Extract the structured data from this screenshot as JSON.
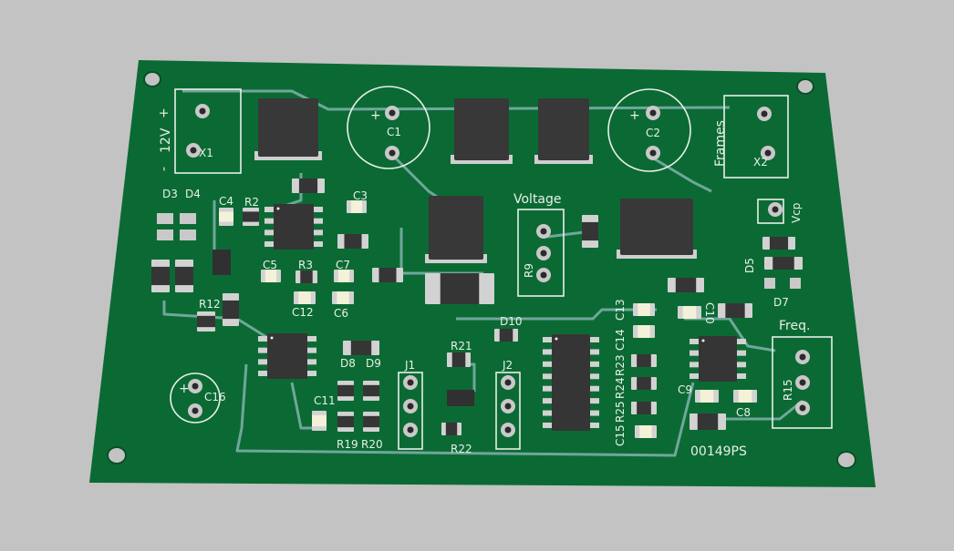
{
  "colors": {
    "background": "#c3c3c3",
    "board": "#0b6a34",
    "trace": "#6fa79a",
    "silkscreen": "#e8efe8",
    "component_body": "#333333",
    "pad": "#c9c9c9"
  },
  "board": {
    "id_label": "00149PS",
    "connectors": {
      "x1": "X1",
      "x1_caption": "12V",
      "x1_plus": "+",
      "x1_minus": "-",
      "x2": "X2",
      "x2_caption": "Frames",
      "vcp": "Vcp",
      "r9_caption": "Voltage",
      "r9": "R9",
      "r15_caption": "Freq.",
      "r15": "R15",
      "j1": "J1",
      "j2": "J2"
    },
    "capacitors": {
      "c1": "C1",
      "c2": "C2",
      "c16": "C16",
      "plus": "+",
      "c3": "C3",
      "c4": "C4",
      "c5": "C5",
      "c6": "C6",
      "c7": "C7",
      "c8": "C8",
      "c9": "C9",
      "c10": "C10",
      "c11": "C11",
      "c12": "C12",
      "c13": "C13",
      "c14": "C14",
      "c15": "C15"
    },
    "resistors": {
      "r2": "R2",
      "r3": "R3",
      "r12": "R12",
      "r19": "R19",
      "r20": "R20",
      "r21": "R21",
      "r22": "R22",
      "r23": "R23",
      "r24": "R24",
      "r25": "R25"
    },
    "diodes": {
      "d3": "D3",
      "d4": "D4",
      "d5": "D5",
      "d7": "D7",
      "d8": "D8",
      "d9": "D9",
      "d10": "D10"
    }
  }
}
